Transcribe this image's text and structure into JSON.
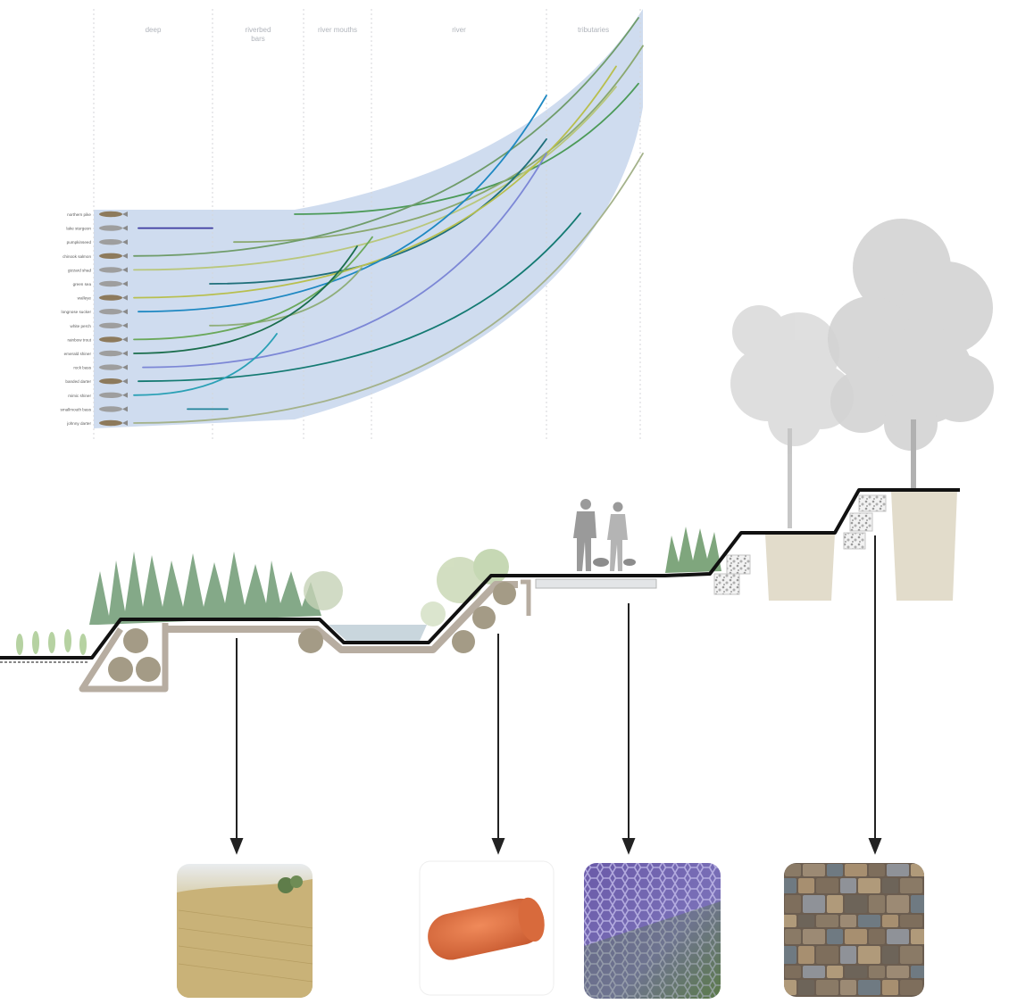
{
  "diagram": {
    "zones": [
      {
        "id": "zone-1",
        "label": "deep"
      },
      {
        "id": "zone-2",
        "label": "riverbed\nbars"
      },
      {
        "id": "zone-3",
        "label": "river mouths"
      },
      {
        "id": "zone-4",
        "label": "river"
      },
      {
        "id": "zone-5",
        "label": "tributaries"
      }
    ],
    "species": [
      "northern pike",
      "lake sturgeon",
      "pumpkinseed",
      "chinook salmon",
      "gizzard shad",
      "green sea",
      "walleye",
      "longnose sucker",
      "white perch",
      "rainbow trout",
      "emerald shiner",
      "rock bass",
      "banded darter",
      "mimic shiner",
      "smallmouth bass",
      "johnny darter"
    ],
    "colors": {
      "envelope": "#cfdcef",
      "section_line": "#111111",
      "foundation": "#b7ada1",
      "rock": "#a49b86",
      "planter": "#e2dccb",
      "arrow": "#222222"
    },
    "materials": [
      {
        "id": "material-1",
        "icon": "erosion-blanket-photo"
      },
      {
        "id": "material-2",
        "icon": "coir-log-photo"
      },
      {
        "id": "material-3",
        "icon": "permeable-paver-grid-photo"
      },
      {
        "id": "material-4",
        "icon": "gabion-stone-wall-photo"
      }
    ]
  }
}
